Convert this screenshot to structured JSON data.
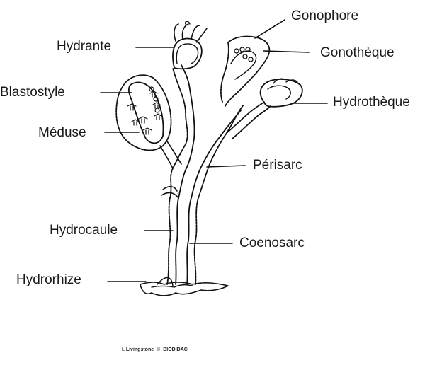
{
  "labels": {
    "gonophore": "Gonophore",
    "hydrante": "Hydrante",
    "gonotheque": "Gonothèque",
    "blastostyle": "Blastostyle",
    "hydrotheque": "Hydrothèque",
    "meduse": "Méduse",
    "perisarc": "Périsarc",
    "hydrocaule": "Hydrocaule",
    "coenosarc": "Coenosarc",
    "hydrorhize": "Hydrorhize"
  },
  "credit": {
    "author": "I. Livingstone",
    "copyright_symbol": "©",
    "source": "BIODIDAC"
  }
}
